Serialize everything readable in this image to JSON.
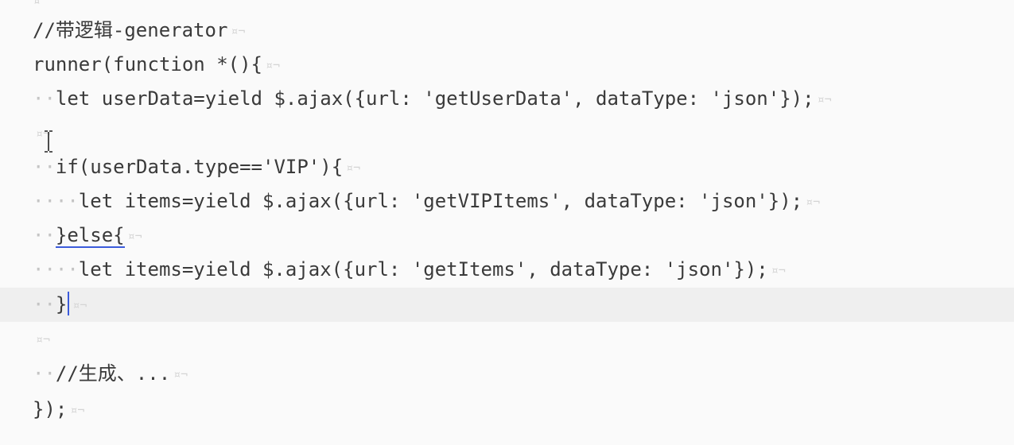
{
  "editor": {
    "top_marker": "¤",
    "eol_marker": "¤¬",
    "lines": [
      {
        "indent": "",
        "text": "//带逻辑-generator"
      },
      {
        "indent": "",
        "text": "runner(function *(){"
      },
      {
        "indent": "··",
        "text": "let userData=yield $.ajax({url: 'getUserData', dataType: 'json'});"
      },
      {
        "indent": "",
        "text": ""
      },
      {
        "indent": "··",
        "text": "if(userData.type=='VIP'){"
      },
      {
        "indent": "····",
        "text": "let items=yield $.ajax({url: 'getVIPItems', dataType: 'json'});"
      },
      {
        "indent": "··",
        "text": "}else{"
      },
      {
        "indent": "····",
        "text": "let items=yield $.ajax({url: 'getItems', dataType: 'json'});"
      },
      {
        "indent": "··",
        "text": "}"
      },
      {
        "indent": "",
        "text": ""
      },
      {
        "indent": "··",
        "text": "//生成、..."
      },
      {
        "indent": "",
        "text": "});"
      }
    ]
  }
}
